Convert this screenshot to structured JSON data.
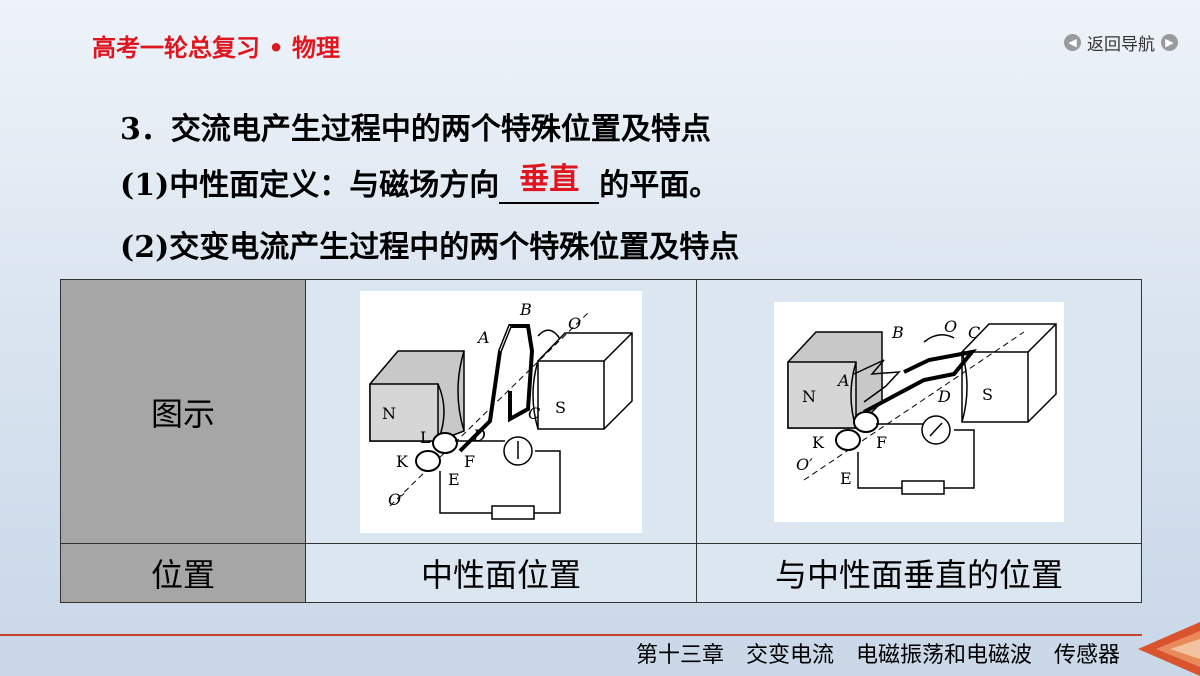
{
  "header": {
    "title": "高考一轮总复习 • 物理",
    "nav_label": "返回导航"
  },
  "section": {
    "title": "3．交流电产生过程中的两个特殊位置及特点",
    "item1_prefix": "(1)中性面定义：与磁场方向",
    "item1_answer": "垂直",
    "item1_suffix": "的平面。",
    "item2": "(2)交变电流产生过程中的两个特殊位置及特点"
  },
  "table": {
    "row1_header": "图示",
    "row2_header": "位置",
    "col1_position": "中性面位置",
    "col2_position": "与中性面垂直的位置"
  },
  "diagram1_labels": {
    "B": "B",
    "O": "O",
    "A": "A",
    "N": "N",
    "S": "S",
    "C": "C",
    "L": "L",
    "D": "D",
    "K": "K",
    "F": "F",
    "E": "E",
    "Op": "O′"
  },
  "diagram2_labels": {
    "B": "B",
    "O": "O",
    "C": "C",
    "A": "A",
    "N": "N",
    "S": "S",
    "D": "D",
    "K": "K",
    "F": "F",
    "E": "E",
    "Op": "O′"
  },
  "footer": {
    "chapter": "第十三章　交变电流　电磁振荡和电磁波　传感器"
  },
  "colors": {
    "accent": "#e0161f",
    "footer_line": "#c1442c"
  }
}
